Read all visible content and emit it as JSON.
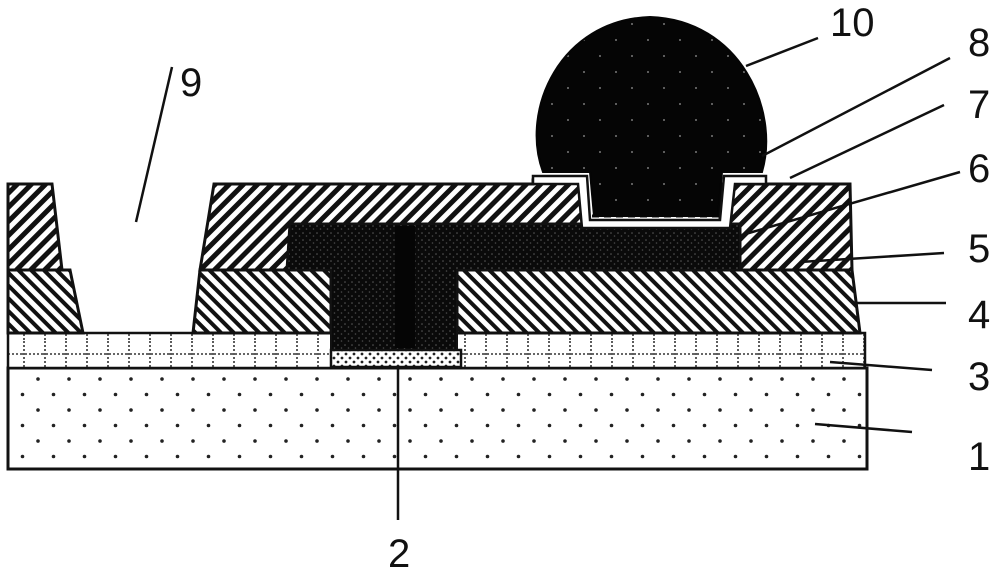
{
  "figure": {
    "type": "cross-section",
    "description": "Semiconductor wafer-level package cross-section with solder bump",
    "colors": {
      "background": "#ffffff",
      "ink": "#111111",
      "metal_fill": "#0a0a0a"
    }
  },
  "layers": [
    {
      "id": "1",
      "label": "1",
      "pattern": "dots",
      "role": "substrate"
    },
    {
      "id": "2",
      "label": "2",
      "pattern": "small-dots",
      "role": "pad"
    },
    {
      "id": "3",
      "label": "3",
      "pattern": "dotted-grid",
      "role": "passivation"
    },
    {
      "id": "4",
      "label": "4",
      "pattern": "hatch-dense",
      "role": "first-dielectric"
    },
    {
      "id": "5",
      "label": "5",
      "pattern": "solid-speckled",
      "role": "redistribution-layer"
    },
    {
      "id": "6",
      "label": "6",
      "pattern": "hatch",
      "role": "second-dielectric"
    },
    {
      "id": "7",
      "label": "7",
      "pattern": "hatch",
      "role": "dielectric-opening"
    },
    {
      "id": "8",
      "label": "8",
      "pattern": "dashed-outline",
      "role": "under-bump-metallization"
    },
    {
      "id": "9",
      "label": "9",
      "pattern": "empty",
      "role": "opening"
    },
    {
      "id": "10",
      "label": "10",
      "pattern": "solid-speckled",
      "role": "solder-ball"
    }
  ],
  "labels": {
    "l1": "1",
    "l2": "2",
    "l3": "3",
    "l4": "4",
    "l5": "5",
    "l6": "6",
    "l7": "7",
    "l8": "8",
    "l9": "9",
    "l10": "10"
  }
}
